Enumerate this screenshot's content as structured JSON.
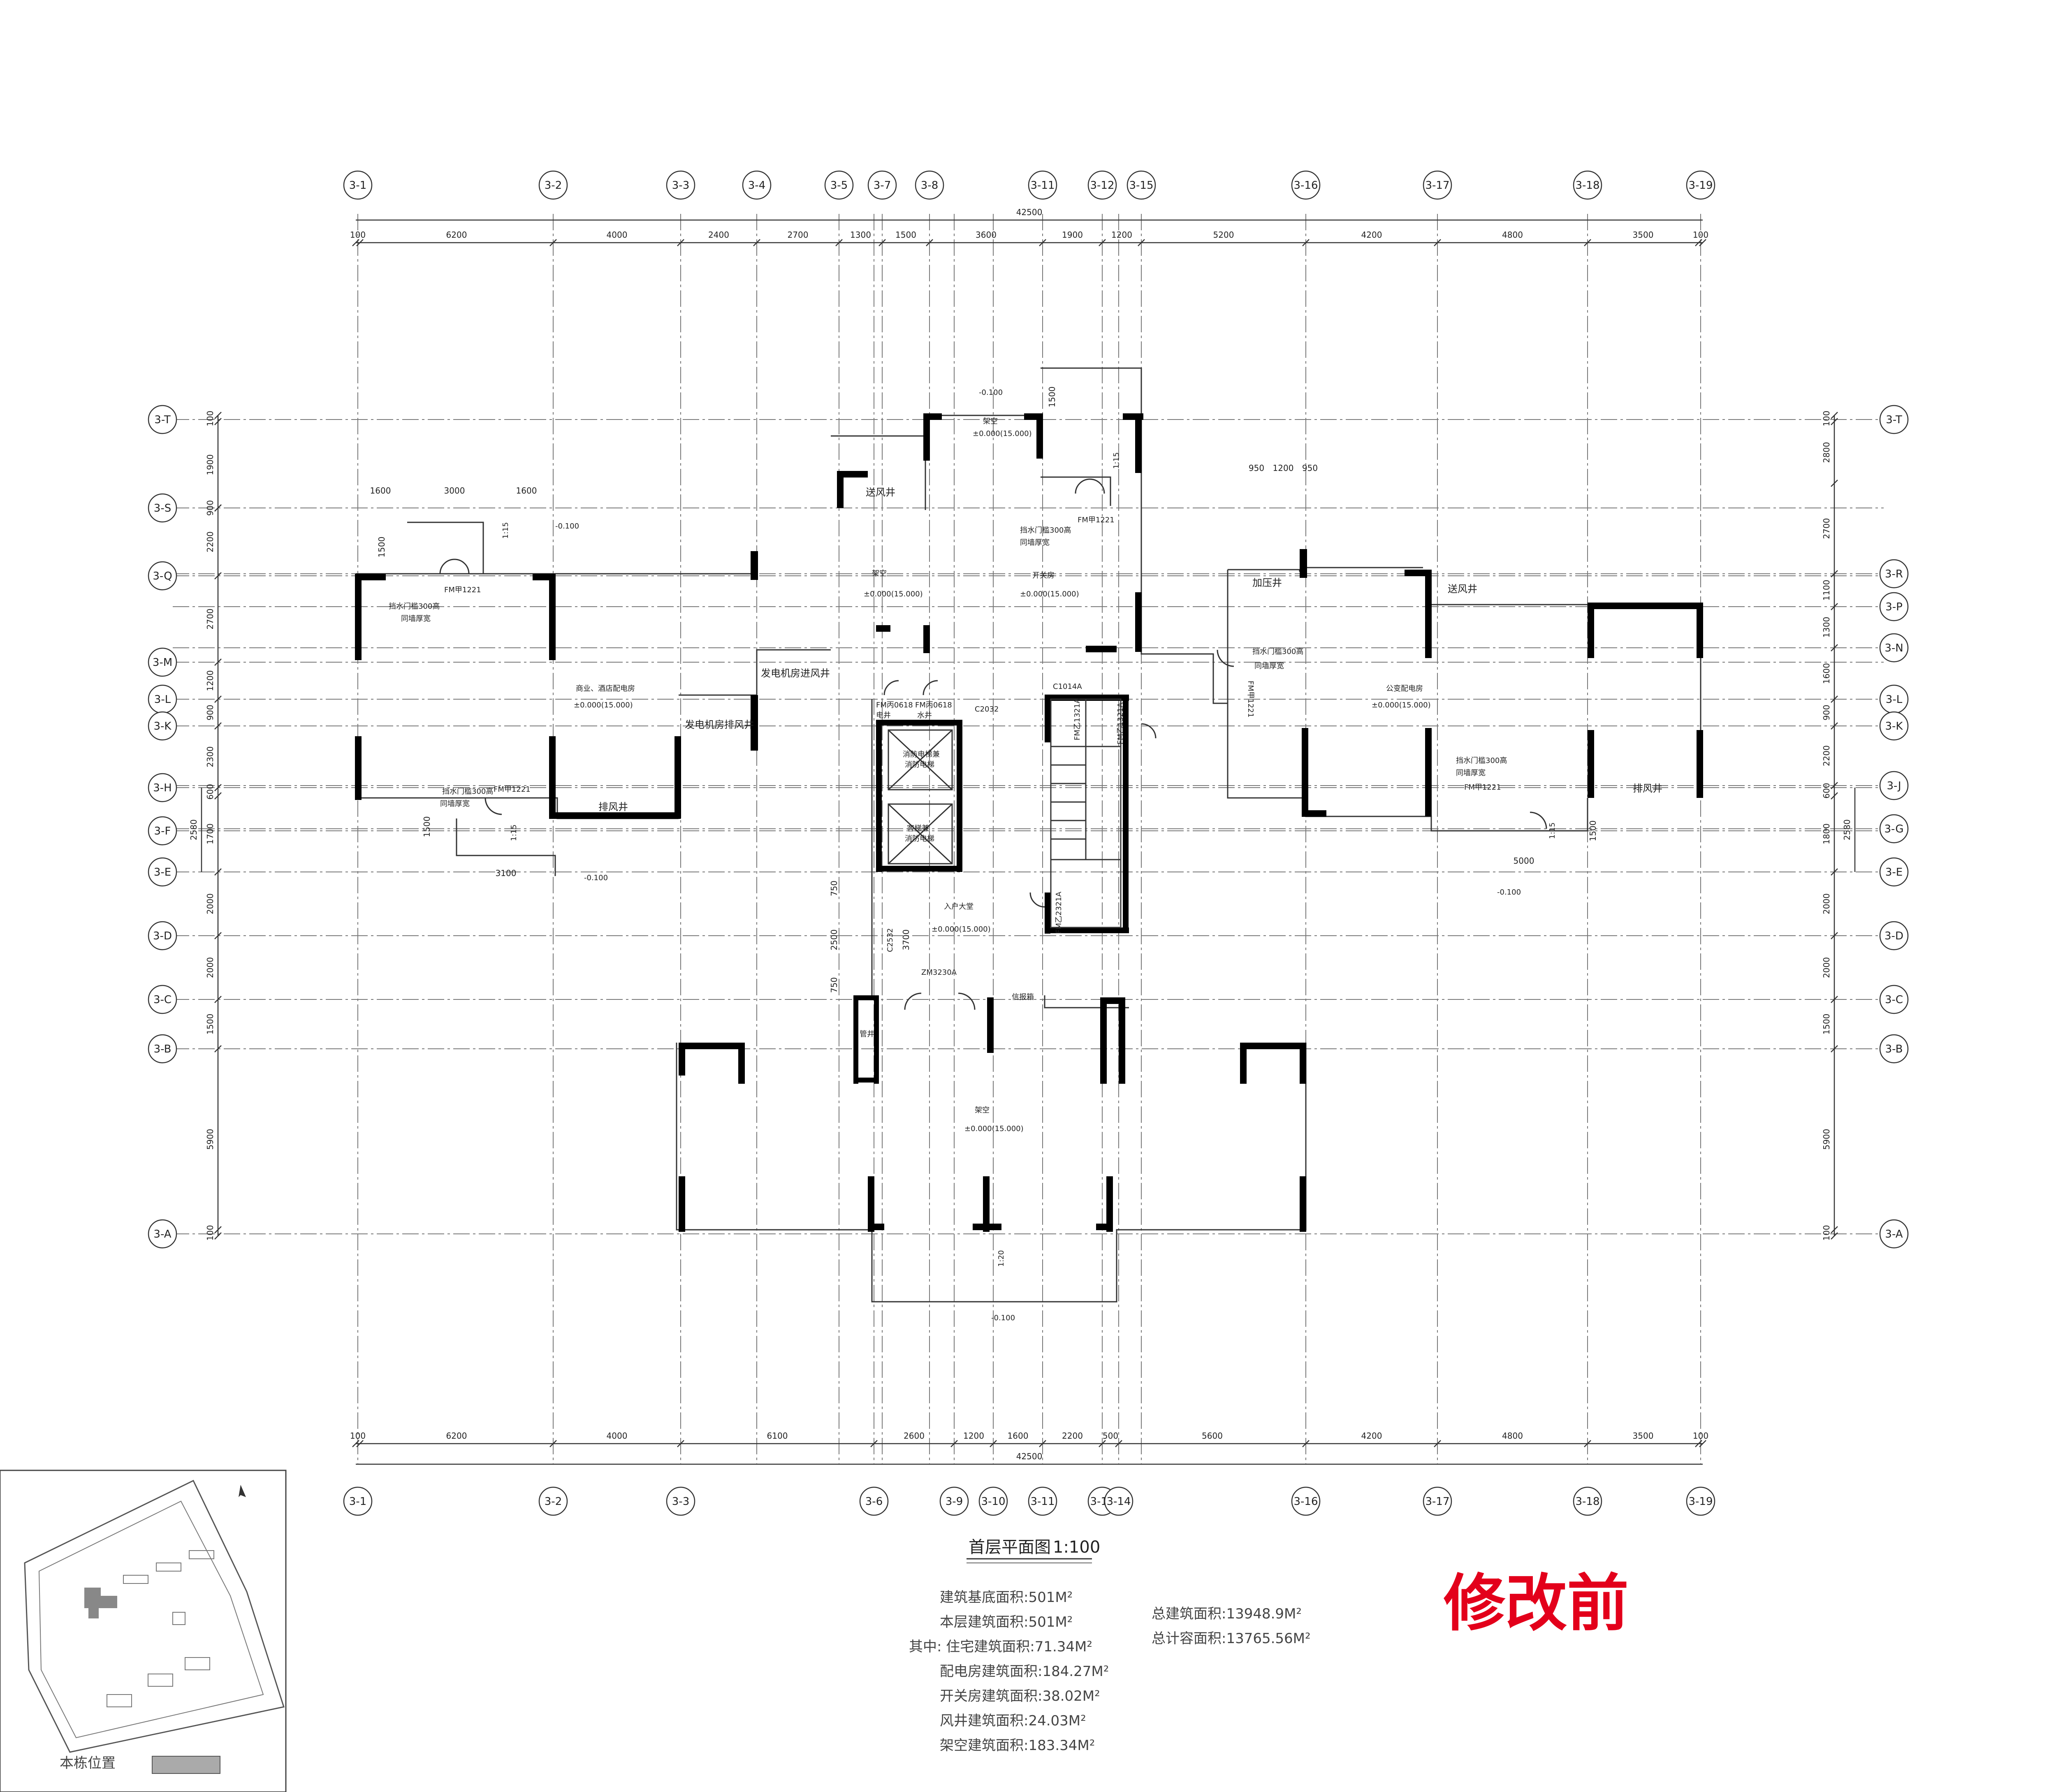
{
  "axes": {
    "top": [
      "3-1",
      "3-2",
      "3-3",
      "3-4",
      "3-5",
      "3-7",
      "3-8",
      "3-11",
      "3-12",
      "3-15",
      "3-16",
      "3-17",
      "3-18",
      "3-19"
    ],
    "bottom": [
      "3-1",
      "3-2",
      "3-3",
      "3-6",
      "3-9",
      "3-10",
      "3-11",
      "3-13",
      "3-14",
      "3-16",
      "3-17",
      "3-18",
      "3-19"
    ],
    "left": [
      "3-T",
      "3-S",
      "3-Q",
      "3-M",
      "3-L",
      "3-K",
      "3-H",
      "3-F",
      "3-E",
      "3-D",
      "3-C",
      "3-B",
      "3-A"
    ],
    "right": [
      "3-T",
      "3-R",
      "3-P",
      "3-N",
      "3-L",
      "3-K",
      "3-J",
      "3-G",
      "3-E",
      "3-D",
      "3-C",
      "3-B",
      "3-A"
    ]
  },
  "dimensions": {
    "top_total": "42500",
    "top": [
      "100",
      "6200",
      "4000",
      "2400",
      "2700",
      "1300",
      "1500",
      "3600",
      "1900",
      "1200",
      "5200",
      "4200",
      "4800",
      "3500",
      "100"
    ],
    "bottom_total": "42500",
    "bottom": [
      "100",
      "6200",
      "4000",
      "6100",
      "2600",
      "1200",
      "1600",
      "2200",
      "500",
      "5600",
      "4200",
      "4800",
      "3500",
      "100"
    ],
    "left": [
      "100",
      "1900",
      "900",
      "2200",
      "2700",
      "1200",
      "900",
      "2300",
      "600",
      "1700",
      "2000",
      "2000",
      "1500",
      "5900",
      "100"
    ],
    "left_outer": "2580",
    "right": [
      "100",
      "2800",
      "2700",
      "1100",
      "1300",
      "1600",
      "900",
      "2200",
      "600",
      "1800",
      "2000",
      "2000",
      "1500",
      "5900",
      "100"
    ],
    "right_outer": "2580",
    "local": [
      "1600",
      "3000",
      "1600",
      "1500",
      "1500",
      "3100",
      "5000",
      "1500",
      "950",
      "1200",
      "950",
      "1500",
      "750",
      "2500",
      "750",
      "3700"
    ]
  },
  "rooms": {
    "send_shaft_a": "送风井",
    "overhead_a": "架空",
    "overhead_a_level": "±0.000(15.000)",
    "top_overhead": "架空",
    "top_overhead_level": "±0.000(15.000)",
    "switch_room": "开关房",
    "switch_room_level": "±0.000(15.000)",
    "gen_intake": "发电机房进风井",
    "gen_exhaust": "发电机房排风井",
    "left_power_room": "商业、酒店配电房",
    "left_power_level": "±0.000(15.000)",
    "exhaust_left": "排风井",
    "pressure_shaft": "加压井",
    "send_shaft_b": "送风井",
    "public_power_room": "公变配电房",
    "public_power_level": "±0.000(15.000)",
    "exhaust_right": "排风井",
    "elevator_fire": "消防电梯兼\n消防电梯",
    "elevator_fire_l1": "消防电梯兼",
    "elevator_fire_l2": "消防电梯",
    "elevator_pass_l1": "客梯兼",
    "elevator_pass_l2": "消防电梯",
    "lobby": "入户大堂",
    "lobby_level": "±0.000(15.000)",
    "bottom_overhead": "架空",
    "bottom_overhead_level": "±0.000(15.000)",
    "mailbox": "信报箱",
    "pipe": "管井"
  },
  "annotations": {
    "waterproof_sill": "挡水门槛300高",
    "same_wall_width": "同墙厚宽",
    "door_fm": "FM甲1221",
    "fm0618_a": "FM丙0618",
    "fm0618_b": "FM丙0618",
    "c2032": "C2032",
    "c1014a": "C1014A",
    "fm1321a_a": "FM乙1321A",
    "fm1321a_b": "FM乙1321A",
    "fm2321a": "FM乙2321A",
    "zm3230a": "ZM3230A",
    "c2532": "C2532",
    "slope": "1:15",
    "slope_ramp": "1:20",
    "level_minus": "-0.100",
    "door_1221_rot": "FM甲1221",
    "sub_a": "电井",
    "sub_b": "水井"
  },
  "title": {
    "name": "首层平面图",
    "scale": "1:100"
  },
  "stats": {
    "l1": "建筑基底面积:501M²",
    "l2": "本层建筑面积:501M²",
    "l3": "其中: 住宅建筑面积:71.34M²",
    "l4": "配电房建筑面积:184.27M²",
    "l5": "开关房建筑面积:38.02M²",
    "l6": "风井建筑面积:24.03M²",
    "l7": "架空建筑面积:183.34M²",
    "total_area": "总建筑面积:13948.9M²",
    "total_calc": "总计容面积:13765.56M²"
  },
  "stamp": "修改前",
  "key_plan": {
    "label": "本栋位置"
  }
}
